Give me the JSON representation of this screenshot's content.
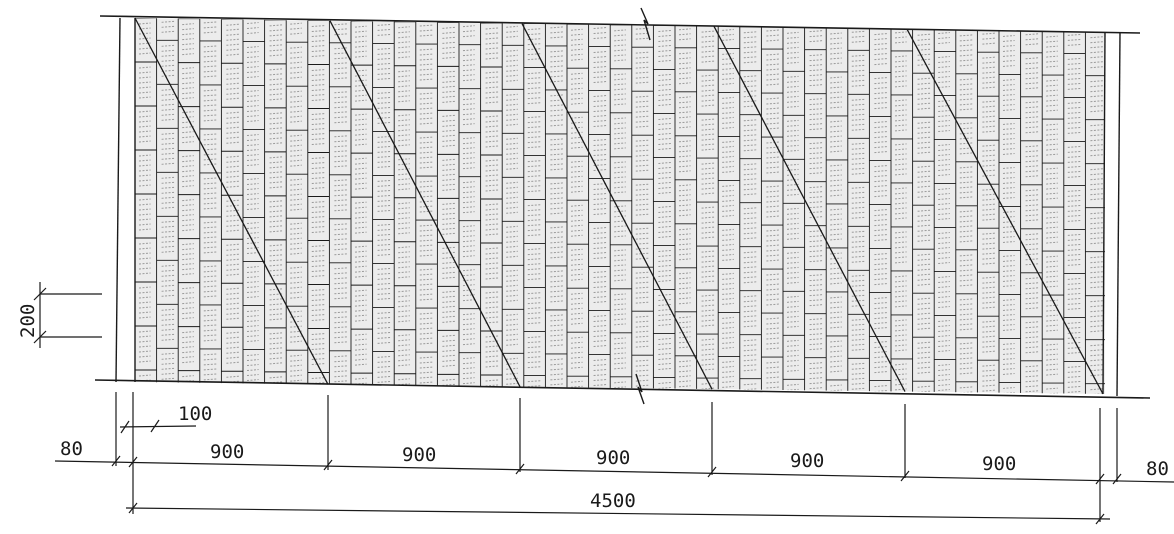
{
  "drawing": {
    "type": "brick wall elevation with diagonal bracing",
    "brick_pattern": "stretcher bond, bricks laid vertically",
    "colors": {
      "line": "#1a1a1a",
      "brick_fill": "#ececec",
      "brick_texture": "#9a9a9a",
      "background": "#ffffff"
    }
  },
  "dimensions": {
    "height_label": "200",
    "offset_label": "100",
    "left_end_label": "80",
    "right_end_label": "80",
    "bay_labels": [
      "900",
      "900",
      "900",
      "900",
      "900"
    ],
    "total_label": "4500"
  }
}
